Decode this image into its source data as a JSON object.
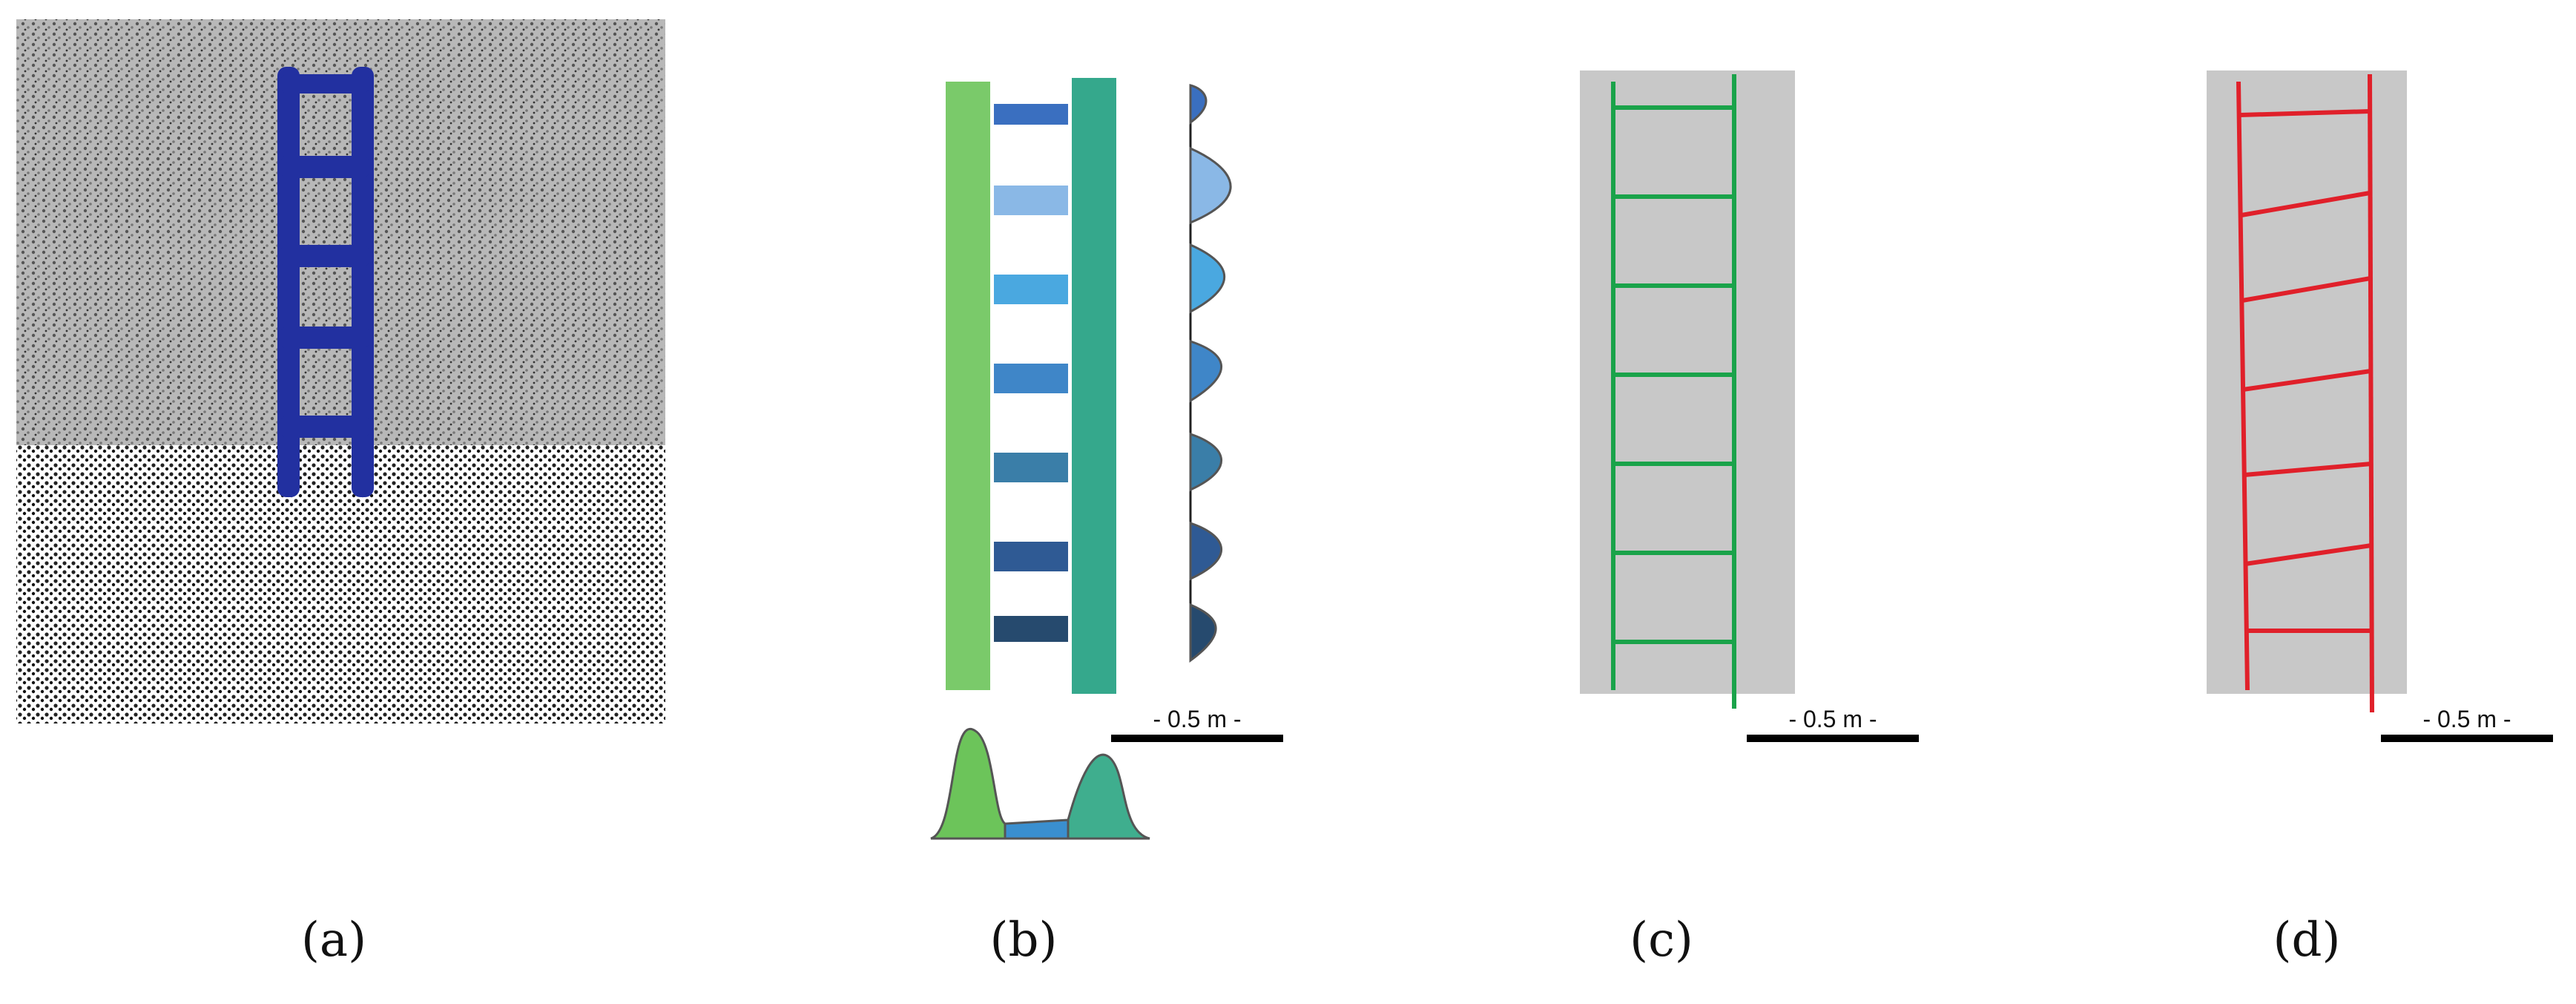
{
  "figure": {
    "panels": [
      {
        "id": "a",
        "caption": "(a)"
      },
      {
        "id": "b",
        "caption": "(b)",
        "scale_label": "- 0.5 m -"
      },
      {
        "id": "c",
        "caption": "(c)",
        "scale_label": "- 0.5 m -"
      },
      {
        "id": "d",
        "caption": "(d)",
        "scale_label": "- 0.5 m -"
      }
    ]
  },
  "colors": {
    "ladder_blue": "#2230a0",
    "left_rail_green": "#6cc45a",
    "right_rail_teal": "#1f9f7f",
    "rung_blues": [
      "#3a6fc0",
      "#8ab8e6",
      "#4aa8e0",
      "#3f86c8",
      "#3a7ea8",
      "#2f5a94",
      "#264a6e"
    ],
    "point_gray": "#8a8a8a",
    "fit_green": "#1aa34a",
    "fit_red": "#e0202a",
    "scale_bar": "#000000"
  }
}
